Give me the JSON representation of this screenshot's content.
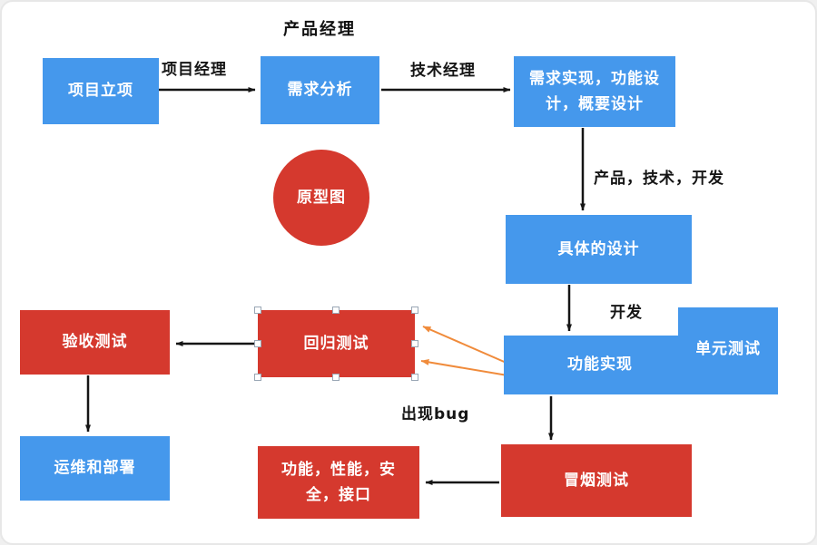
{
  "diagram": {
    "top_label": "产品经理",
    "nodes": {
      "project_initiation": {
        "label": "项目立项",
        "color": "#4598EC"
      },
      "requirements_analysis": {
        "label": "需求分析",
        "color": "#4598EC"
      },
      "requirements_impl": {
        "label": "需求实现，功能设计，概要设计",
        "color": "#4598EC"
      },
      "prototype": {
        "label": "原型图",
        "color": "#D5392E"
      },
      "detailed_design": {
        "label": "具体的设计",
        "color": "#4598EC"
      },
      "unit_test": {
        "label": "单元测试",
        "color": "#4598EC"
      },
      "function_impl": {
        "label": "功能实现",
        "color": "#4598EC"
      },
      "regression_test": {
        "label": "回归测试",
        "color": "#D5392E",
        "selected": true
      },
      "acceptance_test": {
        "label": "验收测试",
        "color": "#D5392E"
      },
      "ops_deploy": {
        "label": "运维和部署",
        "color": "#4598EC"
      },
      "smoke_test": {
        "label": "冒烟测试",
        "color": "#D5392E"
      },
      "func_perf_sec_api": {
        "label": "功能，性能，安全，接口",
        "color": "#D5392E"
      }
    },
    "edge_labels": {
      "project_manager": "项目经理",
      "tech_manager": "技术经理",
      "product_tech_dev": "产品，技术，开发",
      "dev": "开发",
      "bug_found": "出现bug"
    },
    "colors": {
      "node_blue": "#4598EC",
      "node_red": "#D5392E",
      "connector_black": "#151515",
      "connector_orange": "#F08B3B"
    }
  }
}
